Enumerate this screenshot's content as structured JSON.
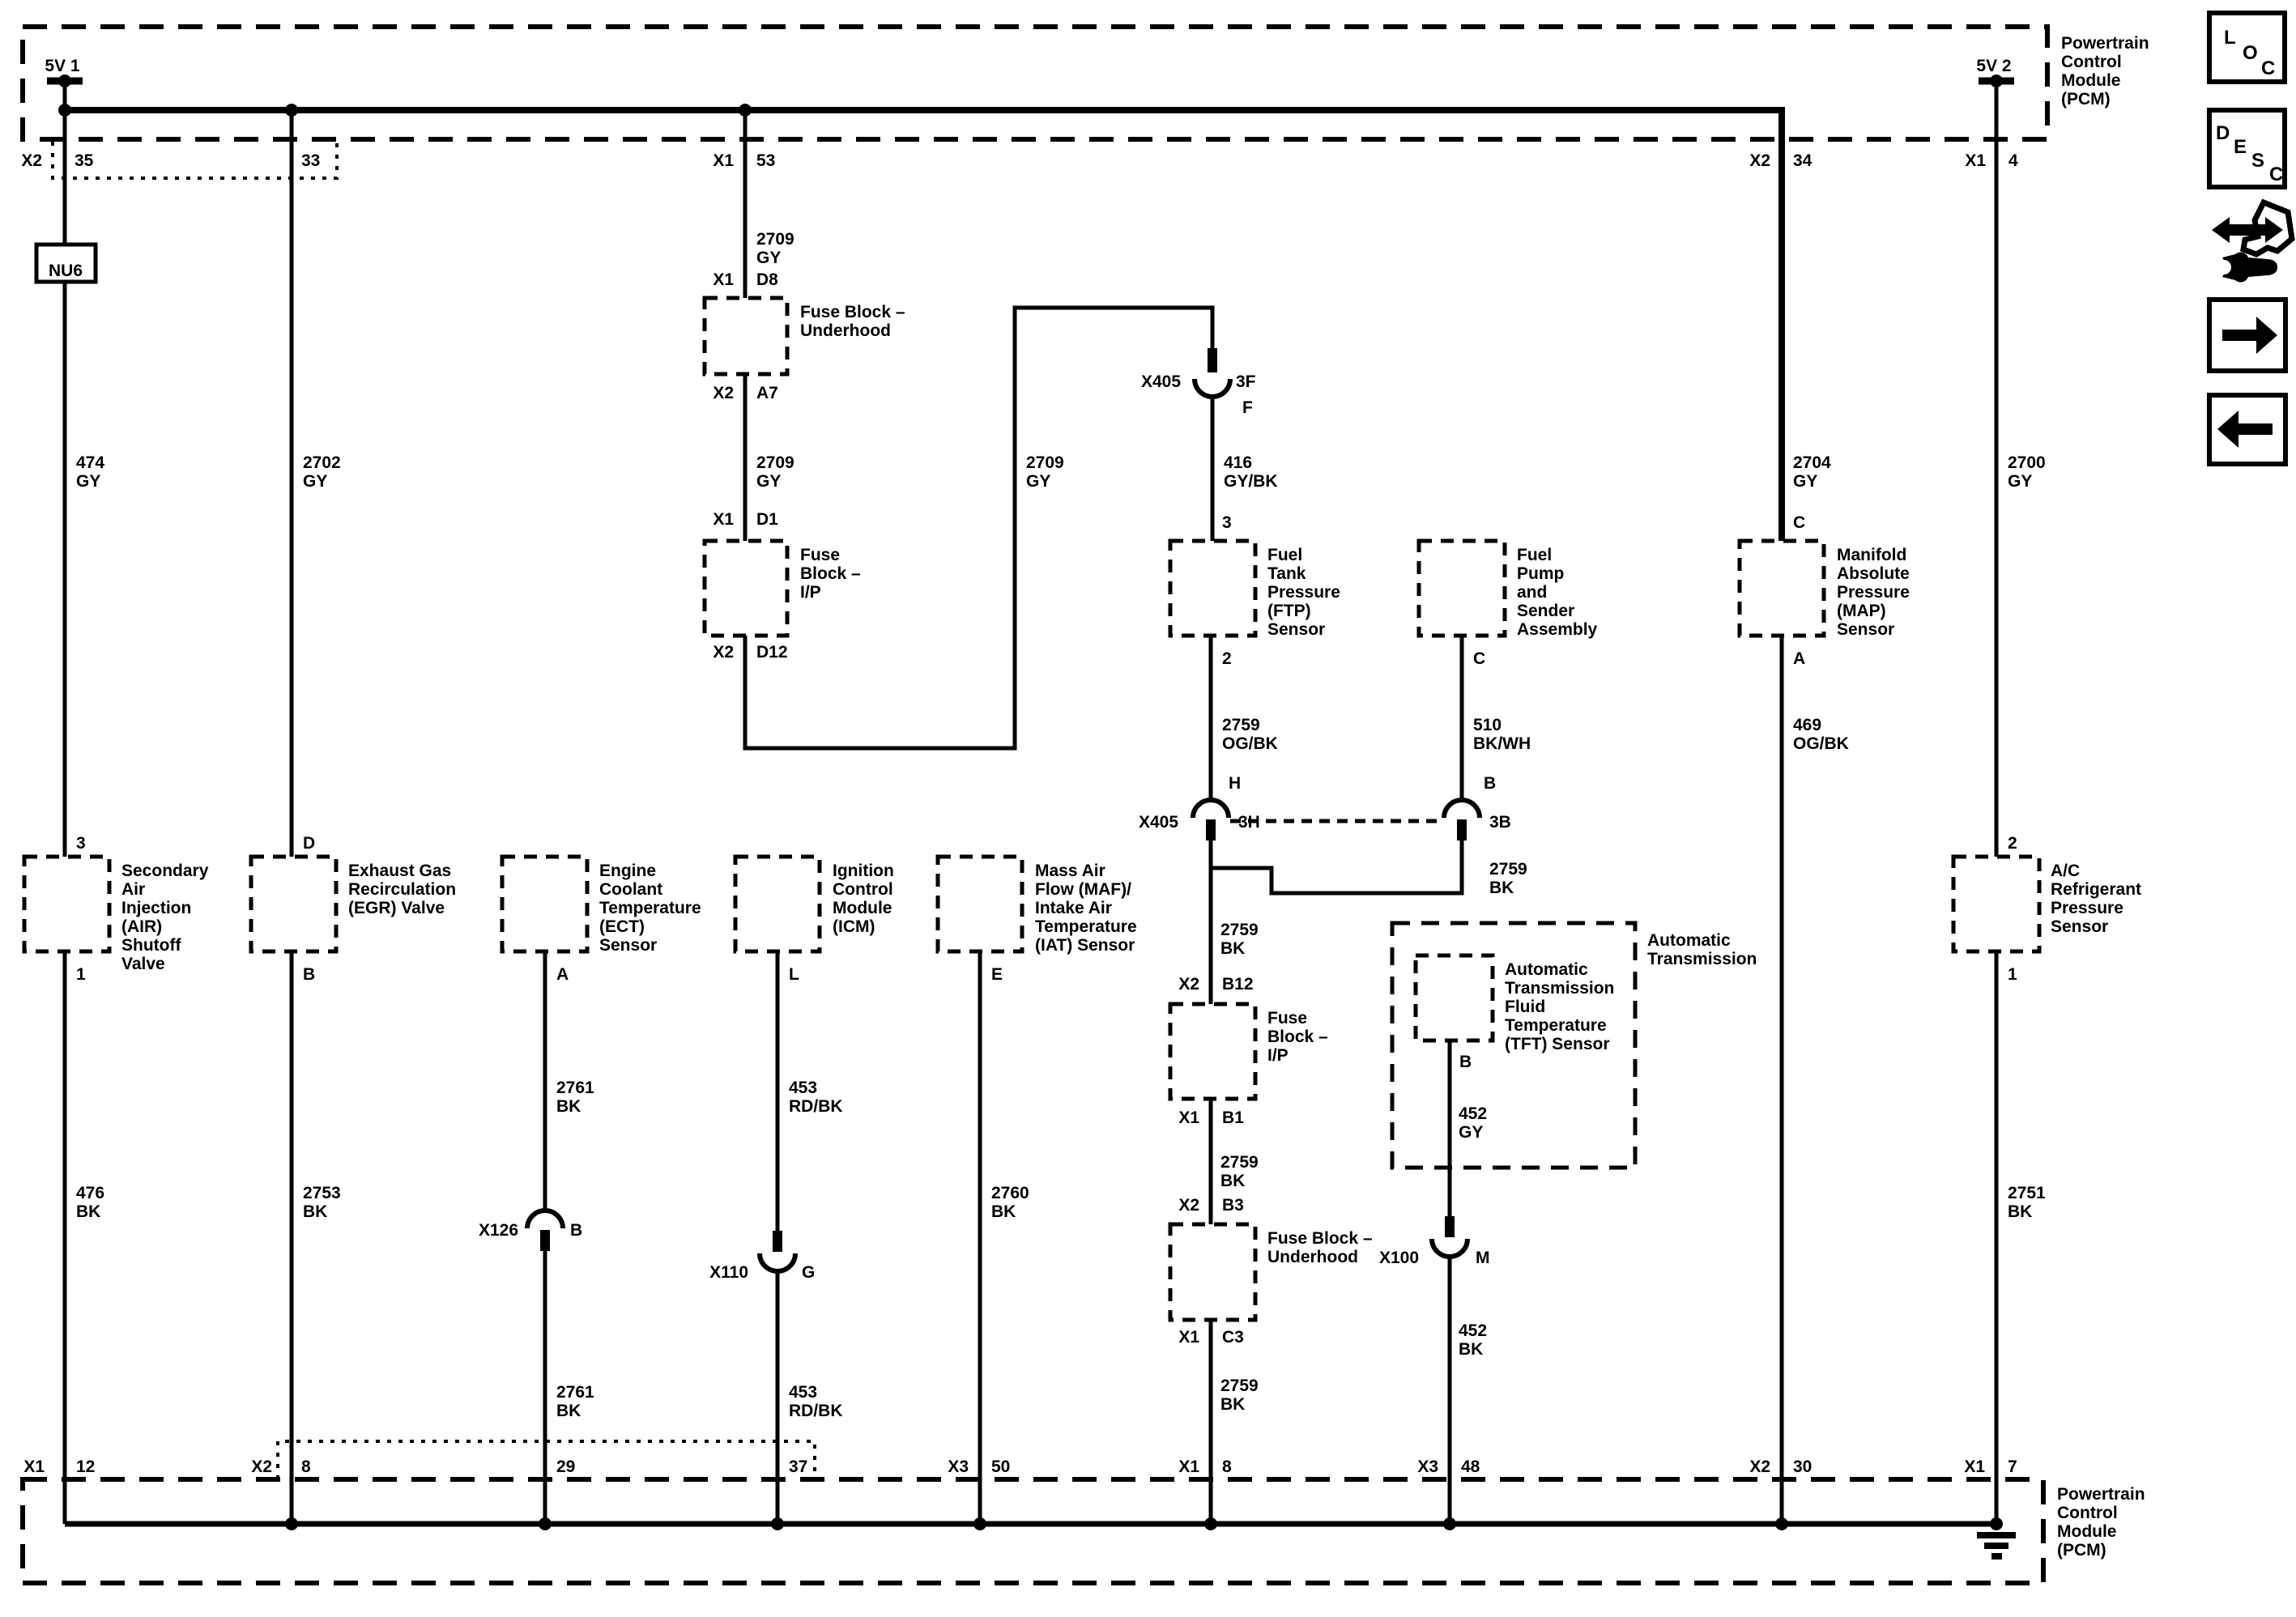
{
  "diagram": {
    "pcm_top_label": [
      "Powertrain",
      "Control",
      "Module",
      "(PCM)"
    ],
    "pcm_bottom_label": [
      "Powertrain",
      "Control",
      "Module",
      "(PCM)"
    ],
    "ref_5v1": "5V 1",
    "ref_5v2": "5V 2",
    "nu6_label": "NU6"
  },
  "top_pins": {
    "air": {
      "conn": "X2",
      "pin": "35"
    },
    "egr": {
      "pin": "33"
    },
    "fuse": {
      "conn": "X1",
      "pin": "53"
    },
    "map": {
      "conn": "X2",
      "pin": "34"
    },
    "ac": {
      "conn": "X1",
      "pin": "4"
    }
  },
  "bottom_pins": {
    "air": {
      "conn": "X1",
      "pin": "12"
    },
    "egr": {
      "conn": "X2",
      "pin": "8"
    },
    "ect": {
      "pin": "29"
    },
    "icm": {
      "pin": "37"
    },
    "maf": {
      "conn": "X3",
      "pin": "50"
    },
    "ftp": {
      "conn": "X1",
      "pin": "8"
    },
    "tft": {
      "conn": "X3",
      "pin": "48"
    },
    "map": {
      "conn": "X2",
      "pin": "30"
    },
    "ac": {
      "conn": "X1",
      "pin": "7"
    }
  },
  "components": {
    "air": {
      "lines": [
        "Secondary",
        "Air",
        "Injection",
        "(AIR)",
        "Shutoff",
        "Valve"
      ],
      "pin_top": "3",
      "pin_bottom": "1"
    },
    "egr": {
      "lines": [
        "Exhaust Gas",
        "Recirculation",
        "(EGR) Valve"
      ],
      "pin_top": "D",
      "pin_bottom": "B"
    },
    "ect": {
      "lines": [
        "Engine",
        "Coolant",
        "Temperature",
        "(ECT)",
        "Sensor"
      ],
      "pin_bottom": "A"
    },
    "icm": {
      "lines": [
        "Ignition",
        "Control",
        "Module",
        "(ICM)"
      ],
      "pin_bottom": "L"
    },
    "maf": {
      "lines": [
        "Mass Air",
        "Flow (MAF)/",
        "Intake Air",
        "Temperature",
        "(IAT) Sensor"
      ],
      "pin_bottom": "E"
    },
    "ftp": {
      "lines": [
        "Fuel",
        "Tank",
        "Pressure",
        "(FTP)",
        "Sensor"
      ],
      "pin_top": "3",
      "pin_bottom": "2"
    },
    "pump": {
      "lines": [
        "Fuel",
        "Pump",
        "and",
        "Sender",
        "Assembly"
      ],
      "pin_bottom": "C"
    },
    "map": {
      "lines": [
        "Manifold",
        "Absolute",
        "Pressure",
        "(MAP)",
        "Sensor"
      ],
      "pin_top": "C",
      "pin_bottom": "A"
    },
    "ac": {
      "lines": [
        "A/C",
        "Refrigerant",
        "Pressure",
        "Sensor"
      ],
      "pin_top": "2",
      "pin_bottom": "1"
    },
    "tft": {
      "lines": [
        "Automatic",
        "Transmission",
        "Fluid",
        "Temperature",
        "(TFT) Sensor"
      ],
      "pin_bottom": "B"
    },
    "at": {
      "lines": [
        "Automatic",
        "Transmission"
      ]
    },
    "fuse_uh1": {
      "lines": [
        "Fuse Block –",
        "Underhood"
      ],
      "pin_top_conn": "X1",
      "pin_top": "D8",
      "pin_bottom_conn": "X2",
      "pin_bottom": "A7"
    },
    "fuse_ip1": {
      "lines": [
        "Fuse",
        "Block –",
        "I/P"
      ],
      "pin_top_conn": "X1",
      "pin_top": "D1",
      "pin_bottom_conn": "X2",
      "pin_bottom": "D12"
    },
    "fuse_ip2": {
      "lines": [
        "Fuse",
        "Block –",
        "I/P"
      ],
      "pin_top_conn": "X2",
      "pin_top": "B12",
      "pin_bottom_conn": "X1",
      "pin_bottom": "B1"
    },
    "fuse_uh2": {
      "lines": [
        "Fuse Block –",
        "Underhood"
      ],
      "pin_top_conn": "X2",
      "pin_top": "B3",
      "pin_bottom_conn": "X1",
      "pin_bottom": "C3"
    }
  },
  "wires": {
    "w474": [
      "474",
      "GY"
    ],
    "w2702": [
      "2702",
      "GY"
    ],
    "w2709a": [
      "2709",
      "GY"
    ],
    "w2709b": [
      "2709",
      "GY"
    ],
    "w2709c": [
      "2709",
      "GY"
    ],
    "w416": [
      "416",
      "GY/BK"
    ],
    "w2704": [
      "2704",
      "GY"
    ],
    "w2700": [
      "2700",
      "GY"
    ],
    "w2759ogbk": [
      "2759",
      "OG/BK"
    ],
    "w510": [
      "510",
      "BK/WH"
    ],
    "w2759bk_jog": [
      "2759",
      "BK"
    ],
    "w2759bk_a": [
      "2759",
      "BK"
    ],
    "w2759bk_b": [
      "2759",
      "BK"
    ],
    "w2759bk_c": [
      "2759",
      "BK"
    ],
    "w469": [
      "469",
      "OG/BK"
    ],
    "w452gy": [
      "452",
      "GY"
    ],
    "w452bk": [
      "452",
      "BK"
    ],
    "w2761a": [
      "2761",
      "BK"
    ],
    "w2761b": [
      "2761",
      "BK"
    ],
    "w453a": [
      "453",
      "RD/BK"
    ],
    "w453b": [
      "453",
      "RD/BK"
    ],
    "w2760": [
      "2760",
      "BK"
    ],
    "w476": [
      "476",
      "BK"
    ],
    "w2753": [
      "2753",
      "BK"
    ],
    "w2751": [
      "2751",
      "BK"
    ]
  },
  "inline_connectors": {
    "x405_3f": {
      "id": "X405",
      "pin": "3F",
      "term": "F"
    },
    "x405_3h": {
      "id": "X405",
      "pin": "3H",
      "term": "H"
    },
    "x405_3b": {
      "pin": "3B",
      "term": "B"
    },
    "x126": {
      "id": "X126",
      "pin": "B"
    },
    "x110": {
      "id": "X110",
      "pin": "G"
    },
    "x100": {
      "id": "X100",
      "pin": "M"
    }
  },
  "nav_icons": {
    "loc": [
      "L",
      "O",
      "C"
    ],
    "desc": [
      "D",
      "E",
      "S",
      "C"
    ]
  }
}
